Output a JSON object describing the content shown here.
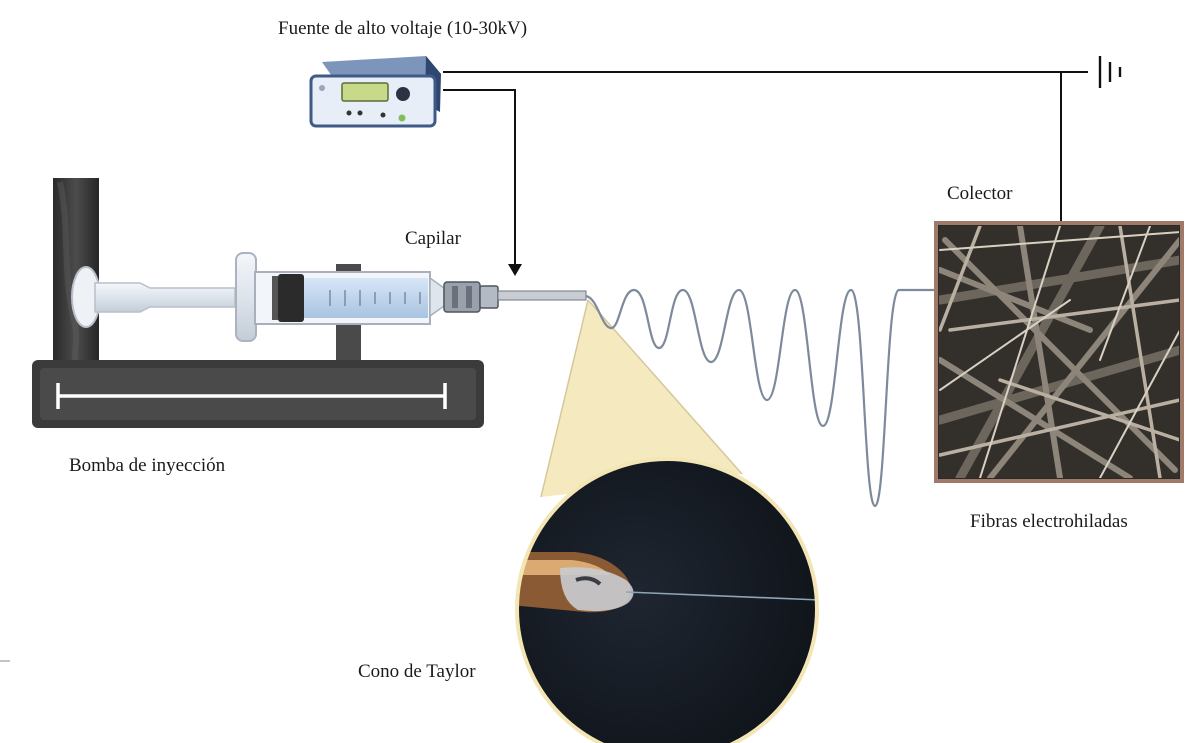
{
  "labels": {
    "power_supply": "Fuente de alto voltaje (10-30kV)",
    "capillary": "Capilar",
    "collector": "Colector",
    "pump": "Bomba de inyección",
    "fibers": "Fibras electrohiladas",
    "taylor_cone": "Cono de Taylor"
  },
  "colors": {
    "wire": "#111111",
    "jet": "#7d8a9c",
    "collector_frame": "#a07a68",
    "device_body": "#3f5a86",
    "device_panel": "#dfe8f3",
    "pump_rail": "#3b3b3b",
    "inset_fill": "#141a22",
    "cone_highlight": "#f3e6b4"
  },
  "icons": [
    "ground-icon",
    "high-voltage-supply-icon",
    "syringe-icon",
    "syringe-pump-icon"
  ]
}
